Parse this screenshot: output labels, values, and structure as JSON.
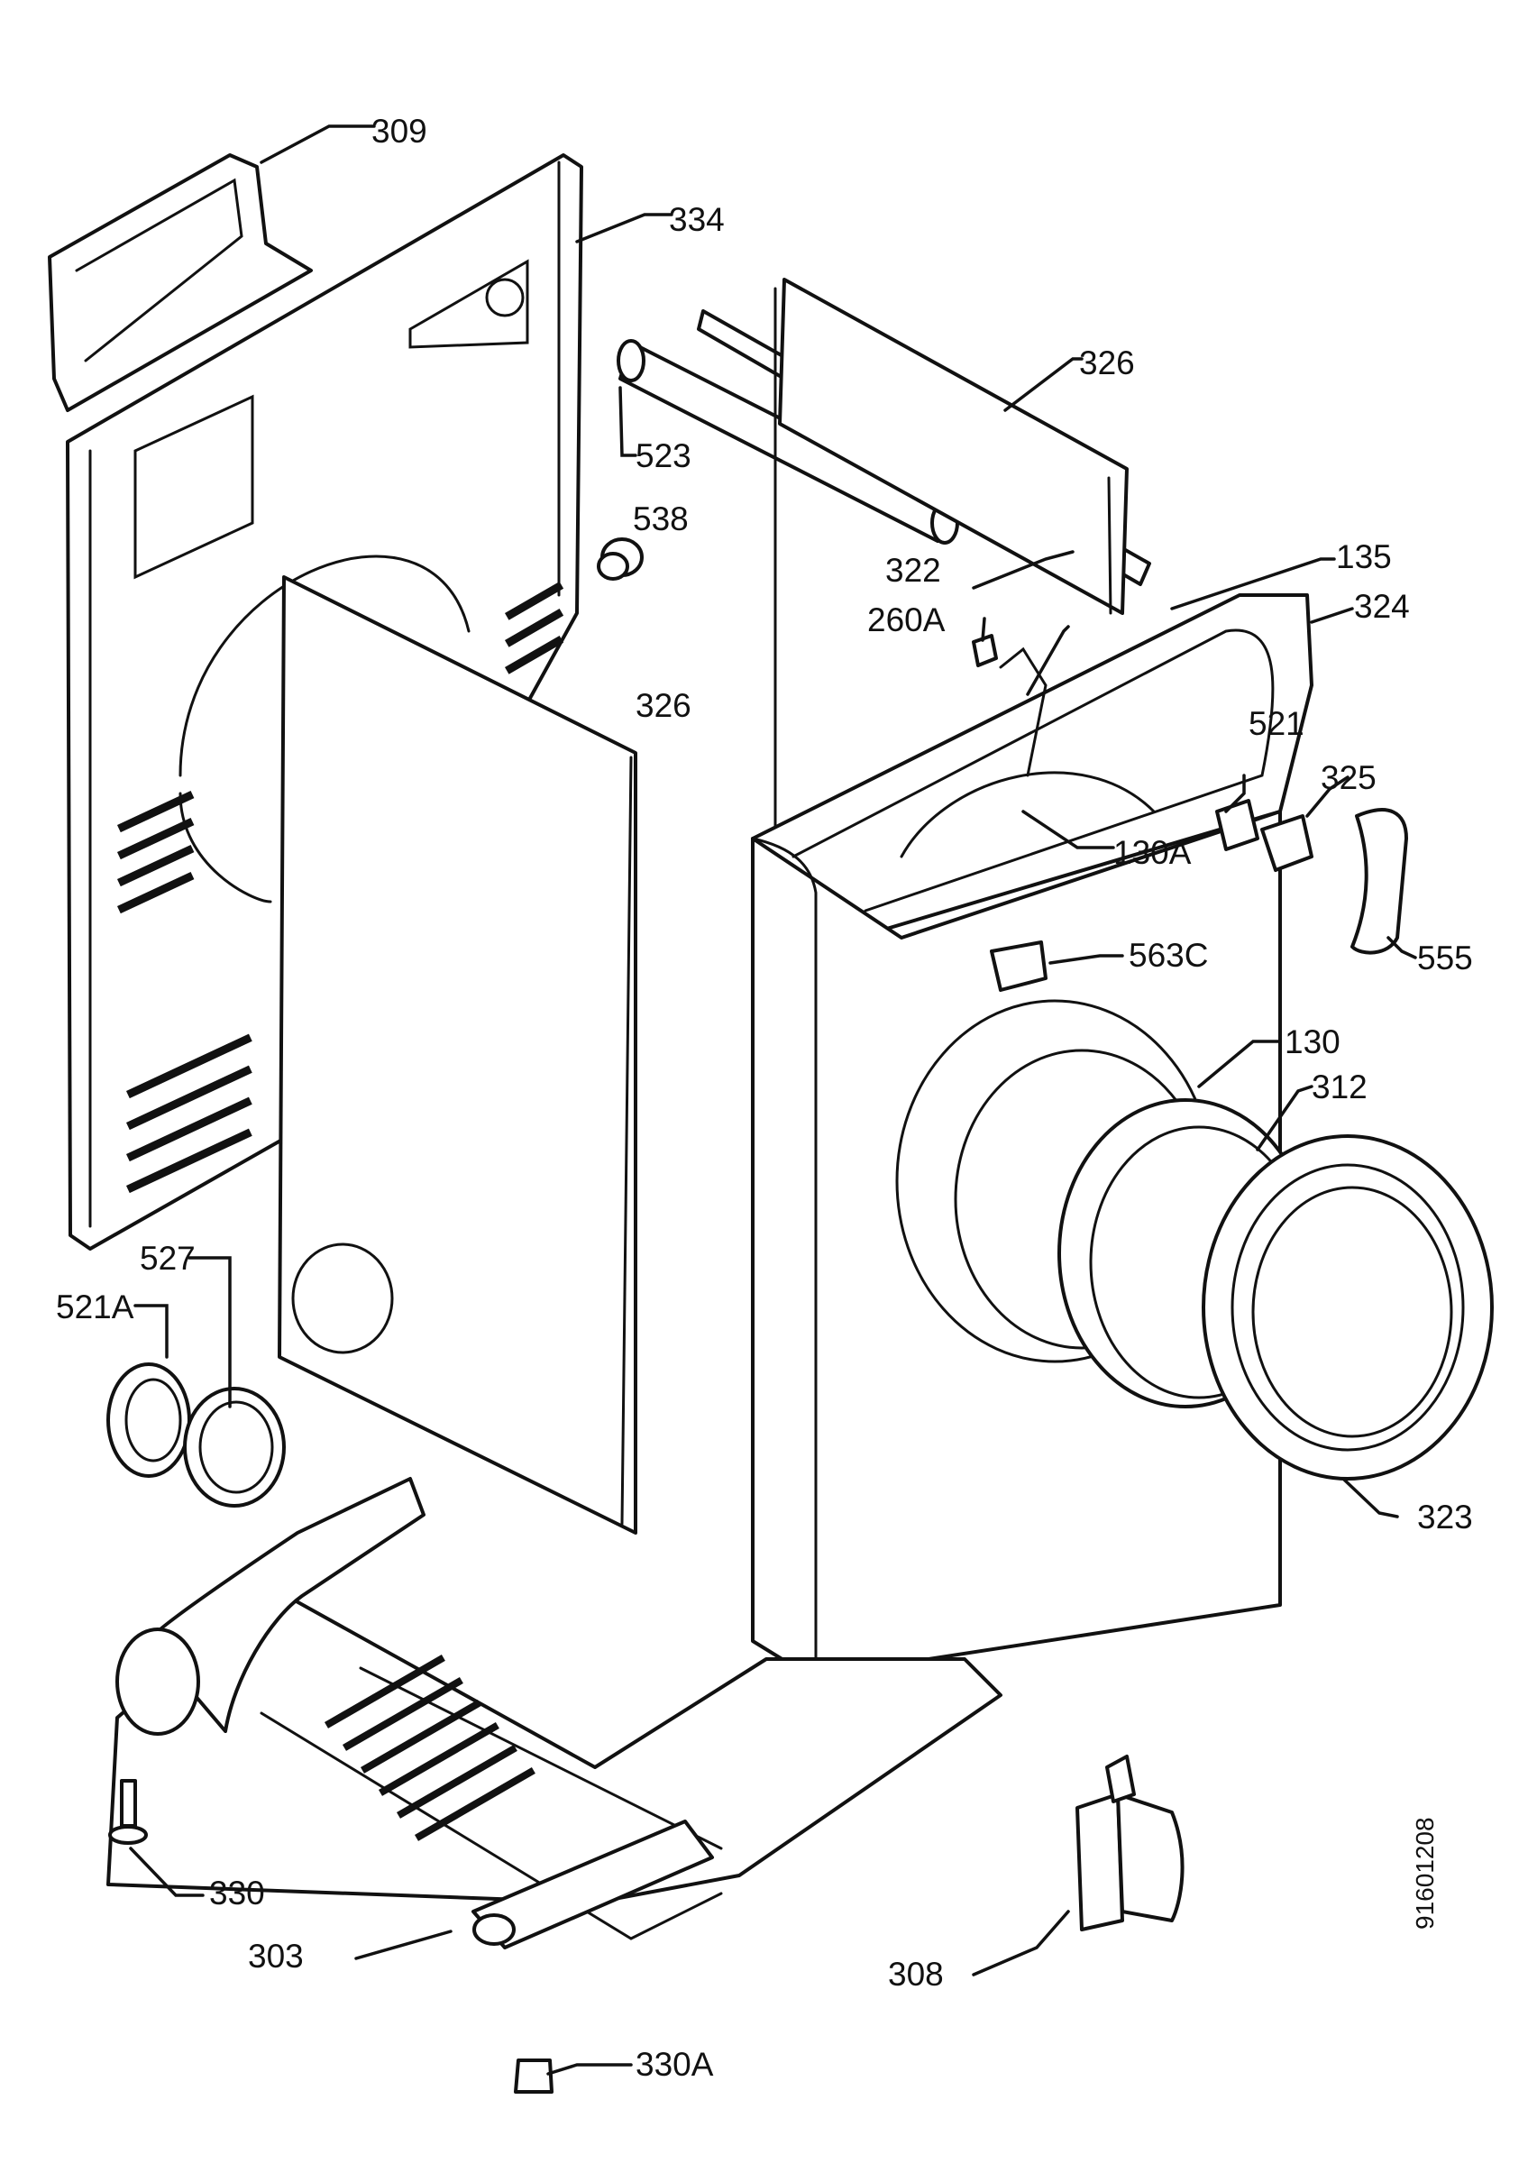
{
  "labels": {
    "l309": "309",
    "l334": "334",
    "l326a": "326",
    "l523": "523",
    "l538": "538",
    "l322": "322",
    "l135": "135",
    "l260a": "260A",
    "l324": "324",
    "l326b": "326",
    "l521": "521",
    "l325": "325",
    "l130a": "130A",
    "l555": "555",
    "l563c": "563C",
    "l130": "130",
    "l312": "312",
    "l527": "527",
    "l521a": "521A",
    "l323": "323",
    "l330": "330",
    "l303": "303",
    "l308": "308",
    "l330a": "330A"
  },
  "document_id": "91601208"
}
